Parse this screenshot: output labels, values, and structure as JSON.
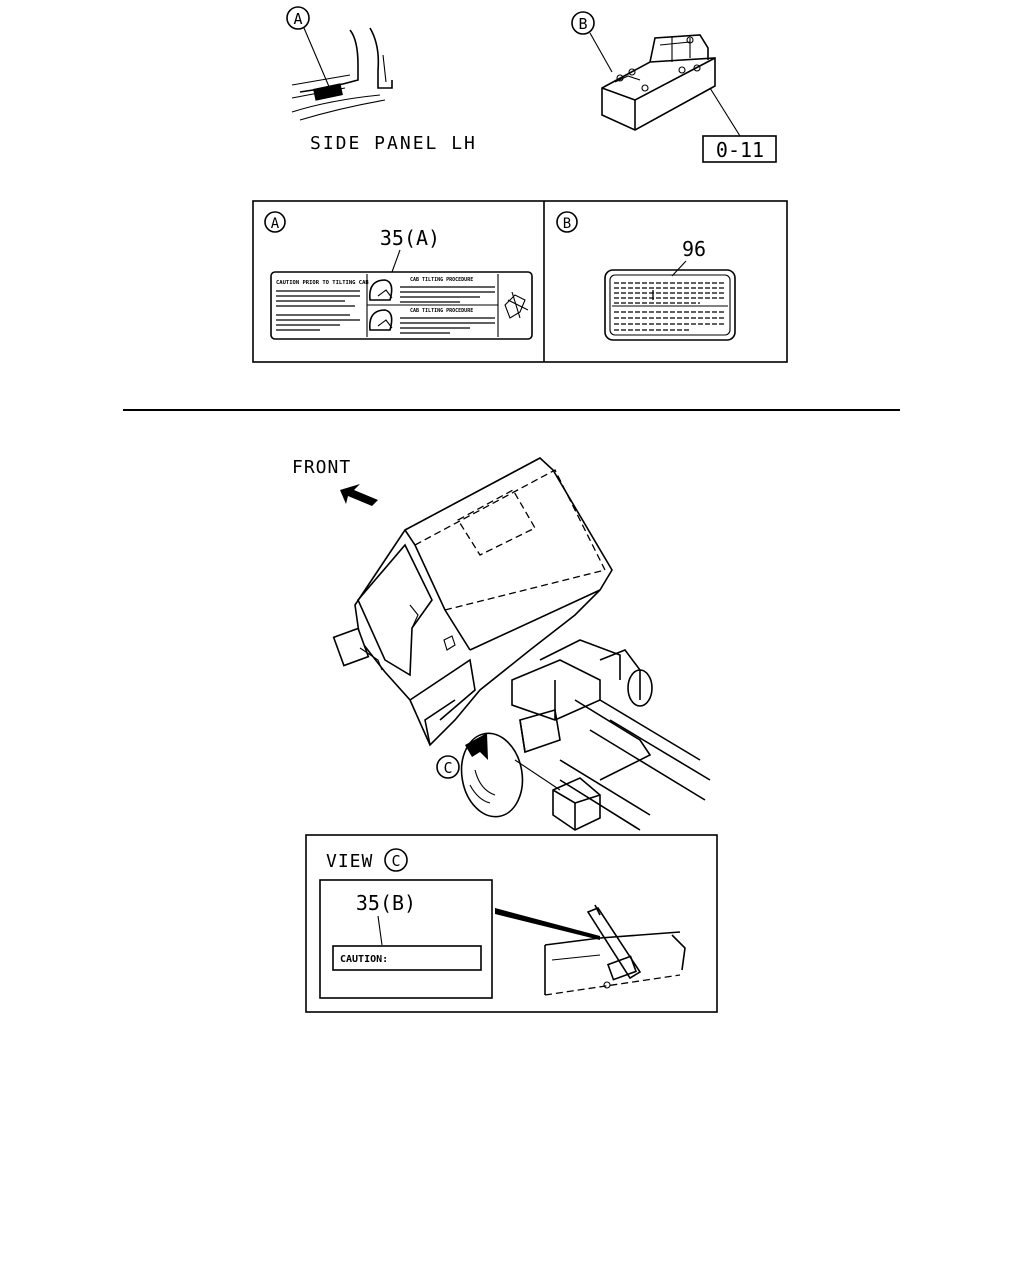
{
  "callouts": {
    "a": "A",
    "b": "B",
    "c": "C"
  },
  "labels": {
    "side_panel": "SIDE PANEL LH",
    "ref_box": "0-11",
    "front": "FRONT",
    "view": "VIEW"
  },
  "detail_a": {
    "part_no": "35(A)",
    "label_heading_left": "CAUTION PRIOR TO TILTING CAB",
    "label_heading_right_1": "CAB TILTING PROCEDURE",
    "label_heading_right_2": "CAB TILTING PROCEDURE"
  },
  "detail_b": {
    "part_no": "96"
  },
  "view_c": {
    "part_no": "35(B)",
    "caution_text": "CAUTION:"
  },
  "icons": [
    "front-arrow-icon",
    "cab-tilting-label-icon",
    "instruction-label-icon"
  ]
}
